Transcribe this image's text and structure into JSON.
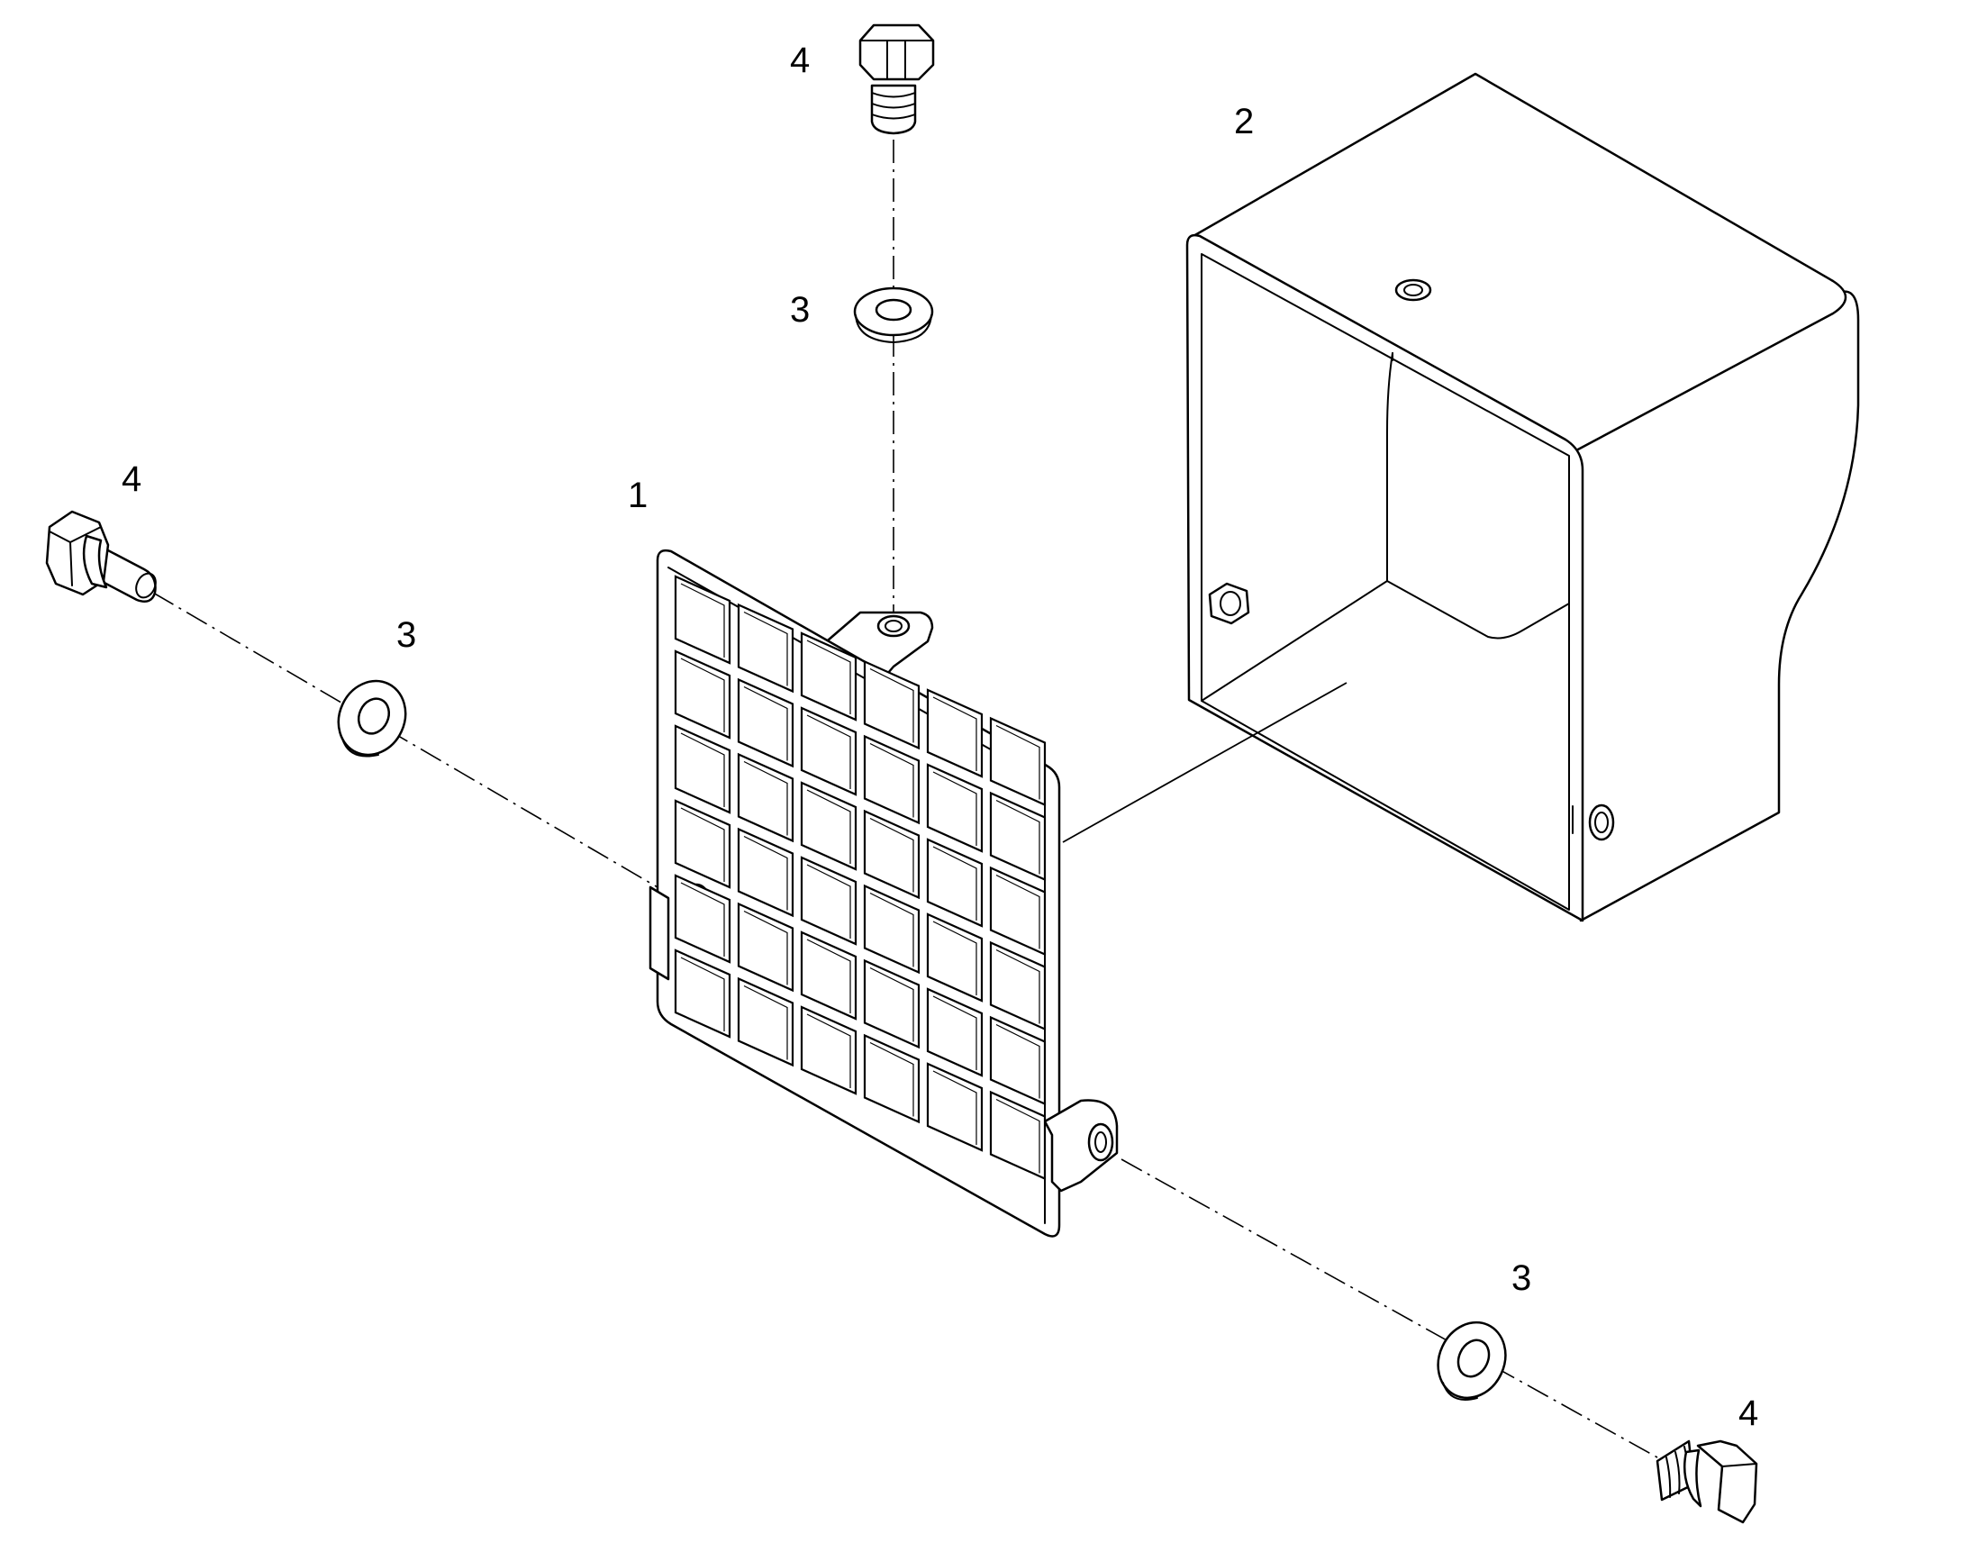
{
  "diagram": {
    "callouts": {
      "grille": "1",
      "housing": "2",
      "washer_top": "3",
      "washer_left": "3",
      "washer_bottom": "3",
      "bolt_top": "4",
      "bolt_left": "4",
      "bolt_bottom": "4"
    }
  }
}
